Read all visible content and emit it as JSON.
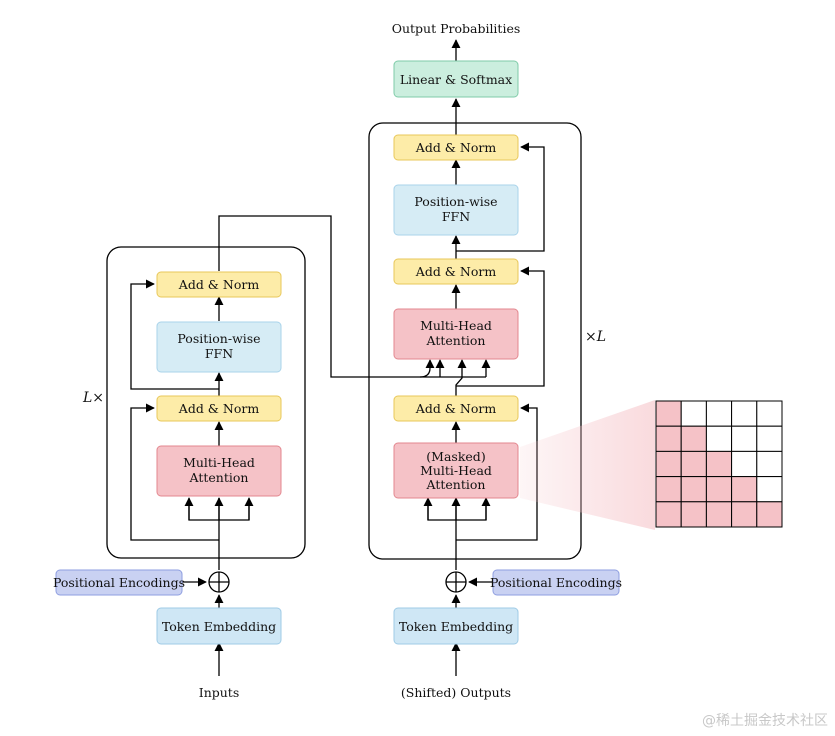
{
  "encoder": {
    "repeat_label": "L×",
    "add_norm_top": "Add & Norm",
    "ffn": [
      "Position-wise",
      "FFN"
    ],
    "add_norm_bottom": "Add & Norm",
    "attention": [
      "Multi-Head",
      "Attention"
    ],
    "positional_encodings": "Positional Encodings",
    "token_embedding": "Token Embedding",
    "input_label": "Inputs"
  },
  "decoder": {
    "repeat_label": "×L",
    "output_label": "Output Probabilities",
    "linear_softmax": "Linear & Softmax",
    "add_norm_top": "Add & Norm",
    "ffn": [
      "Position-wise",
      "FFN"
    ],
    "add_norm_mid": "Add & Norm",
    "cross_attention": [
      "Multi-Head",
      "Attention"
    ],
    "add_norm_bottom": "Add & Norm",
    "masked_attention": [
      "(Masked)",
      "Multi-Head",
      "Attention"
    ],
    "positional_encodings": "Positional Encodings",
    "token_embedding": "Token Embedding",
    "input_label": "(Shifted) Outputs"
  },
  "mask_grid": {
    "size": 5,
    "filled_color": "#f5c2c7",
    "empty_color": "#ffffff"
  },
  "colors": {
    "add_norm": "#fdeca8",
    "ffn": "#d6ecf5",
    "attention": "#f5c2c7",
    "linear_softmax": "#cbeede",
    "positional": "#c9d1f2",
    "embedding": "#cfe7f5"
  },
  "watermark": "@稀土掘金技术社区"
}
